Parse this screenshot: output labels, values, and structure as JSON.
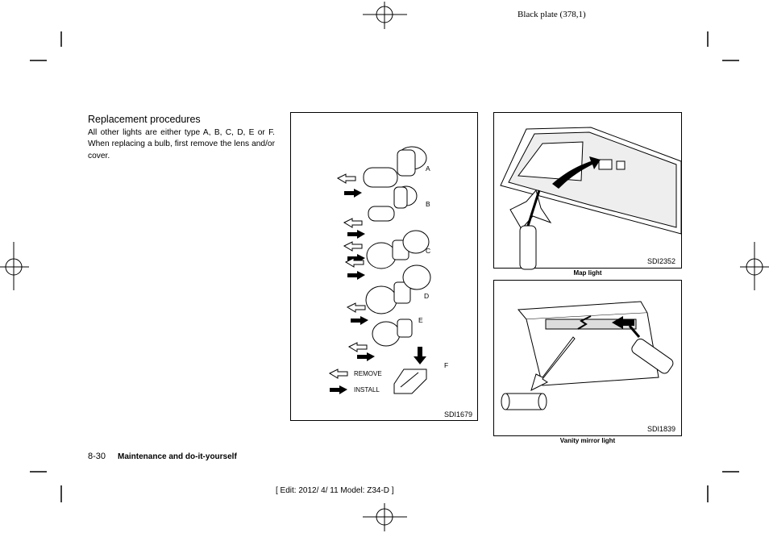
{
  "header": {
    "plate": "Black plate (378,1)"
  },
  "section": {
    "title": "Replacement procedures",
    "body": "All other lights are either type A, B, C, D, E or F. When replacing a bulb, first remove the lens and/or cover."
  },
  "figures": {
    "bulbs": {
      "code": "SDI1679",
      "labels": [
        "A",
        "B",
        "C",
        "D",
        "E",
        "F"
      ],
      "legend": {
        "remove": "REMOVE",
        "install": "INSTALL"
      }
    },
    "map_light": {
      "code": "SDI2352",
      "caption": "Map light"
    },
    "vanity": {
      "code": "SDI1839",
      "caption": "Vanity mirror light"
    }
  },
  "footer": {
    "page": "8-30",
    "section": "Maintenance and do-it-yourself",
    "edit": "[ Edit: 2012/ 4/ 11   Model:  Z34-D ]"
  },
  "icons": [
    "registration-mark-icon",
    "crop-mark-icon",
    "remove-arrow-icon",
    "install-arrow-icon",
    "bulb-icon",
    "screwdriver-icon"
  ]
}
